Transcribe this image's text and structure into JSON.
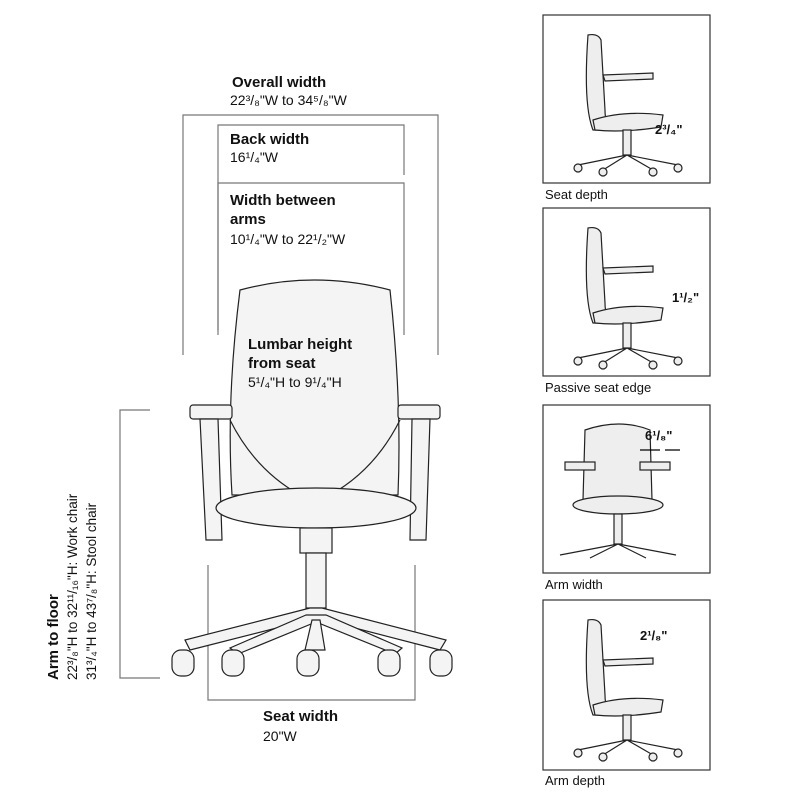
{
  "overall_width": {
    "label": "Overall width",
    "value": "22³/₈\"W to 34⁵/₈\"W"
  },
  "back_width": {
    "label": "Back width",
    "value": "16¹/₄\"W"
  },
  "width_between_arms": {
    "label_line1": "Width between",
    "label_line2": "arms",
    "value": "10¹/₄\"W to 22¹/₂\"W"
  },
  "lumbar_height": {
    "label_line1": "Lumbar height",
    "label_line2": "from seat",
    "value": "5¹/₄\"H to 9¹/₄\"H"
  },
  "seat_width": {
    "label": "Seat width",
    "value": "20\"W"
  },
  "arm_to_floor": {
    "label": "Arm to floor",
    "work_chair": "22³/₈\"H to 32¹¹/₁₆\"H: Work chair",
    "stool_chair": "31³/₄\"H to 43⁷/₈\"H: Stool chair"
  },
  "panels": [
    {
      "caption": "Seat depth",
      "dimension": "2³/₄\""
    },
    {
      "caption": "Passive seat edge",
      "dimension": "1¹/₂\""
    },
    {
      "caption": "Arm width",
      "dimension": "6¹/₈\""
    },
    {
      "caption": "Arm depth",
      "dimension": "2¹/₈\""
    }
  ]
}
